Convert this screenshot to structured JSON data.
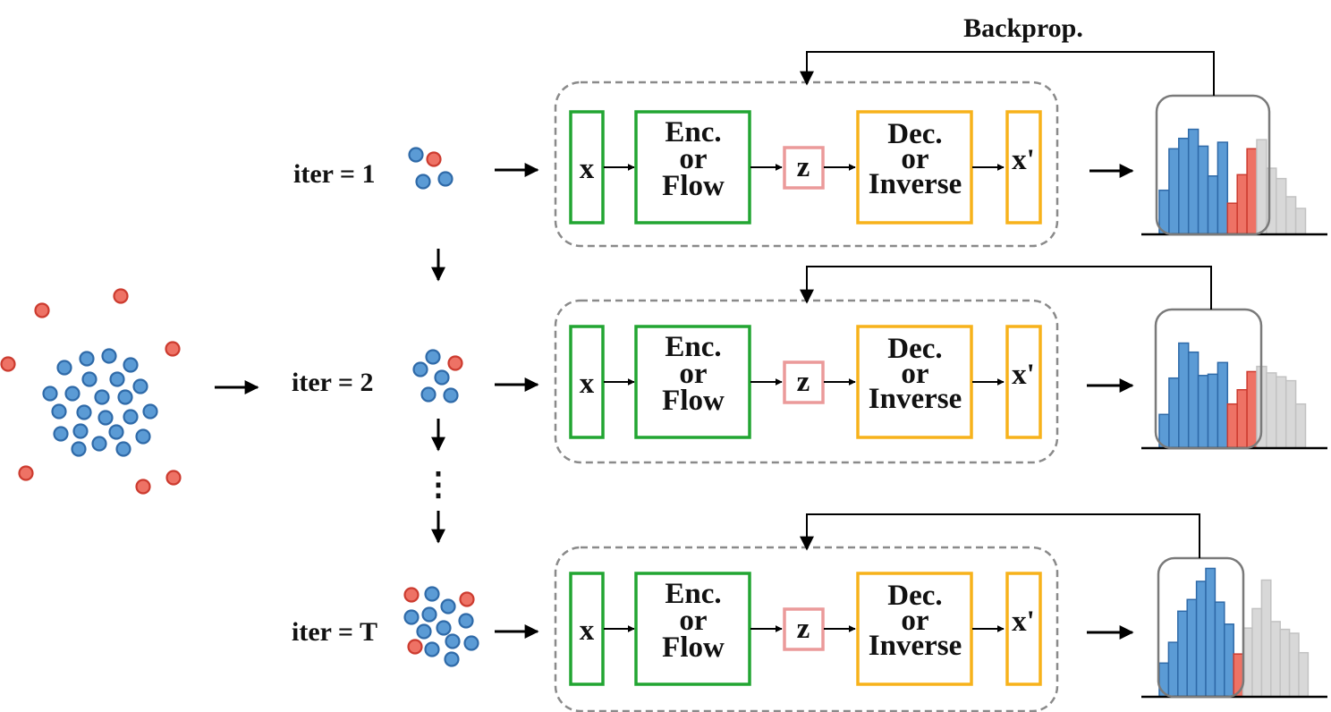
{
  "backprop_label": "Backprop.",
  "iteration_labels": [
    "iter = 1",
    "iter = 2",
    "iter = T"
  ],
  "ellipsis": "⋮",
  "blocks": {
    "input": "x",
    "encoder": [
      "Enc.",
      "or",
      "Flow"
    ],
    "latent": "z",
    "decoder": [
      "Dec.",
      "or",
      "Inverse"
    ],
    "output": "x'"
  },
  "colors": {
    "inlier": "#5b9bd5",
    "inlier_stroke": "#2f6aa8",
    "outlier": "#ee7265",
    "outlier_stroke": "#cc3b2f",
    "encoder_border": "#22a532",
    "decoder_border": "#f7b21b",
    "latent_border": "#eb9a9a",
    "hist_excluded": "#d8d8d8",
    "dashed_border": "#8a8a8a",
    "selection_border": "#7a7a7a"
  },
  "histograms": [
    {
      "blue": [
        0.34,
        0.66,
        0.74,
        0.81,
        0.68,
        0.45,
        0.71
      ],
      "red": [
        0.24,
        0.46,
        0.66
      ],
      "grey": [
        0.73,
        0.51,
        0.43,
        0.29,
        0.2
      ]
    },
    {
      "blue": [
        0.26,
        0.54,
        0.81,
        0.74,
        0.56,
        0.57,
        0.66
      ],
      "red": [
        0.34,
        0.45,
        0.59
      ],
      "grey": [
        0.63,
        0.58,
        0.55,
        0.52,
        0.34
      ]
    },
    {
      "blue": [
        0.26,
        0.42,
        0.66,
        0.75,
        0.89,
        0.99,
        0.73,
        0.56
      ],
      "red": [
        0.33
      ],
      "grey": [
        0.53,
        0.68,
        0.9,
        0.58,
        0.52,
        0.49,
        0.34
      ]
    }
  ]
}
